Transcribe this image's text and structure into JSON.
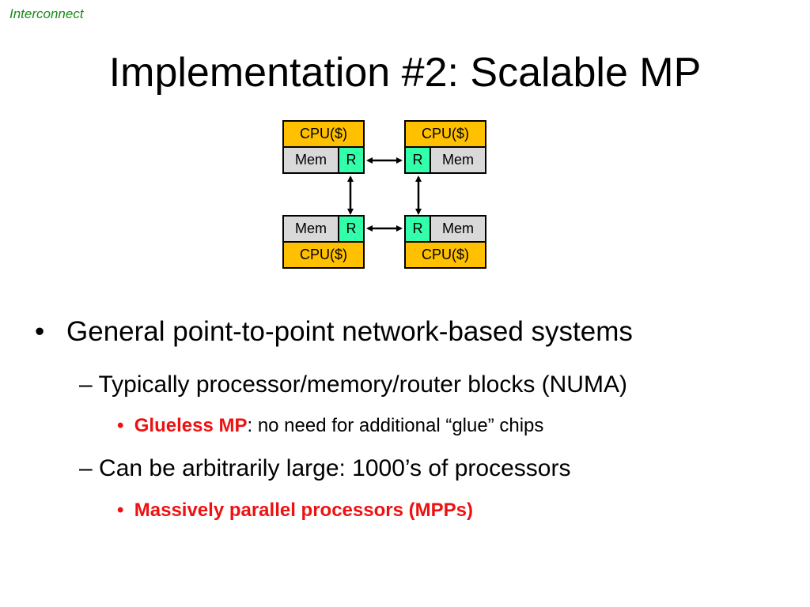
{
  "section": "Interconnect",
  "title": "Implementation #2: Scalable MP",
  "diagram": {
    "nodes": [
      {
        "cpu": "CPU($)",
        "mem": "Mem",
        "router": "R"
      },
      {
        "cpu": "CPU($)",
        "mem": "Mem",
        "router": "R"
      },
      {
        "cpu": "CPU($)",
        "mem": "Mem",
        "router": "R"
      },
      {
        "cpu": "CPU($)",
        "mem": "Mem",
        "router": "R"
      }
    ],
    "colors": {
      "cpu": "#ffc000",
      "mem": "#d9d9d9",
      "router": "#33ffaa"
    }
  },
  "bullets": {
    "main": "General point-to-point network-based systems",
    "sub1": "Typically processor/memory/router blocks (NUMA)",
    "sub1_detail_bold": "Glueless MP",
    "sub1_detail_rest": ": no need for additional “glue” chips",
    "sub2": "Can be arbitrarily large: 1000’s of processors",
    "sub2_detail_bold": "Massively parallel processors (MPPs)"
  }
}
